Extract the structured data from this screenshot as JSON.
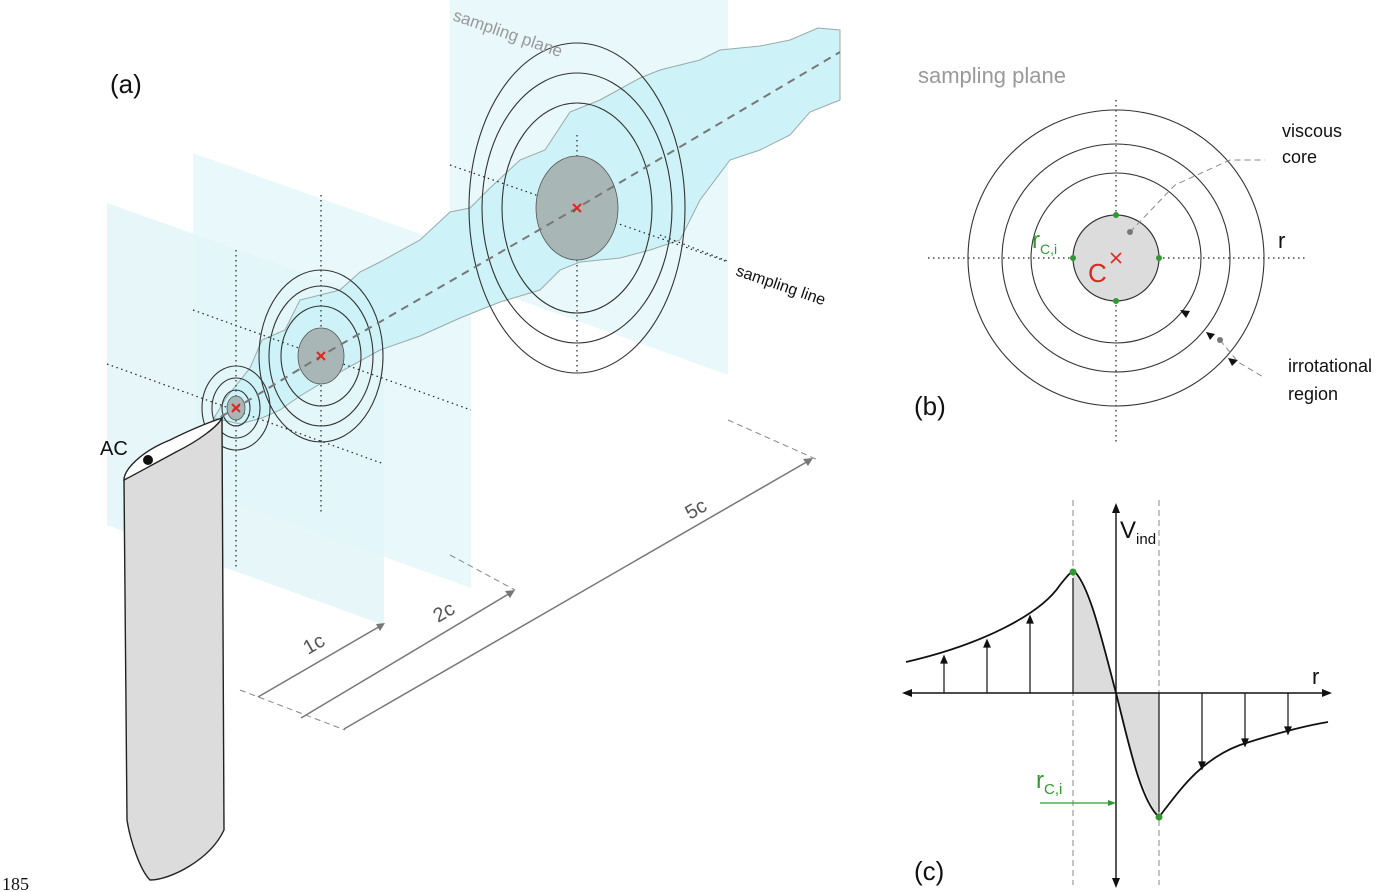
{
  "figure_number": "185",
  "panel_a": {
    "label": "(a)",
    "plane_label": "sampling plane",
    "line_label": "sampling line",
    "ac_label": "AC",
    "distances": [
      "1c",
      "2c",
      "5c"
    ]
  },
  "panel_b": {
    "label": "(b)",
    "title": "sampling plane",
    "viscous_core": [
      "viscous",
      "core"
    ],
    "irrotational": [
      "irrotational",
      "region"
    ],
    "r_label": "r",
    "rc_main": "r",
    "rc_sub": "C,i",
    "center_label": "C"
  },
  "panel_c": {
    "label": "(c)",
    "v_main": "V",
    "v_sub": "ind",
    "r_label": "r",
    "rc_main": "r",
    "rc_sub": "C,i"
  },
  "colors": {
    "wake": "#cdf3f8",
    "plane": "#e6f6f9",
    "core": "#a9b6b6",
    "red": "#e0261e",
    "green": "#2e9a2e",
    "gray_fill": "#dcdcdc"
  }
}
